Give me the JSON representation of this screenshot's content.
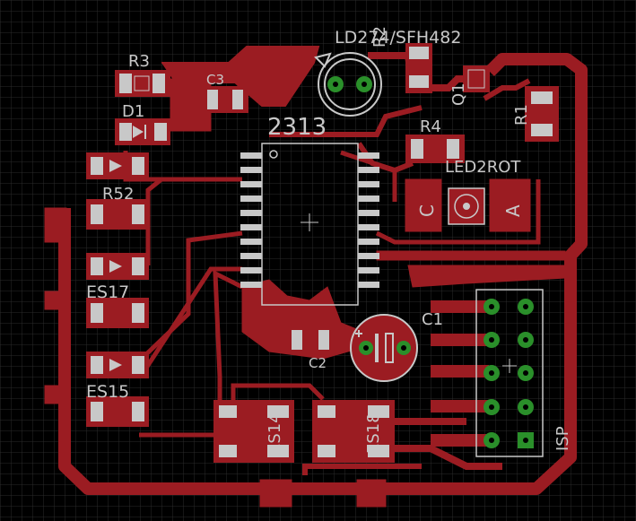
{
  "labels": {
    "chip": "2313",
    "ir_emitter": "LD274/SFH482",
    "r1": "R1",
    "r2": "R2",
    "r3": "R3",
    "r4": "R4",
    "c1": "C1",
    "c2": "C2",
    "c3": "C3",
    "d1": "D1",
    "q1": "Q1",
    "led": "LED2ROT",
    "led_c": "C",
    "led_a": "A",
    "isp": "ISP",
    "r5_overlap": "R52",
    "es_top": "ES17",
    "es_bot": "ES15",
    "es_left": "ES14",
    "es_right": "ES18"
  },
  "colors": {
    "background": "#000000",
    "grid": "#2a2a2a",
    "copper": "#9b1c22",
    "pad": "#c8c8c8",
    "via": "#2a8f2a",
    "silk": "#c8c8c8"
  }
}
